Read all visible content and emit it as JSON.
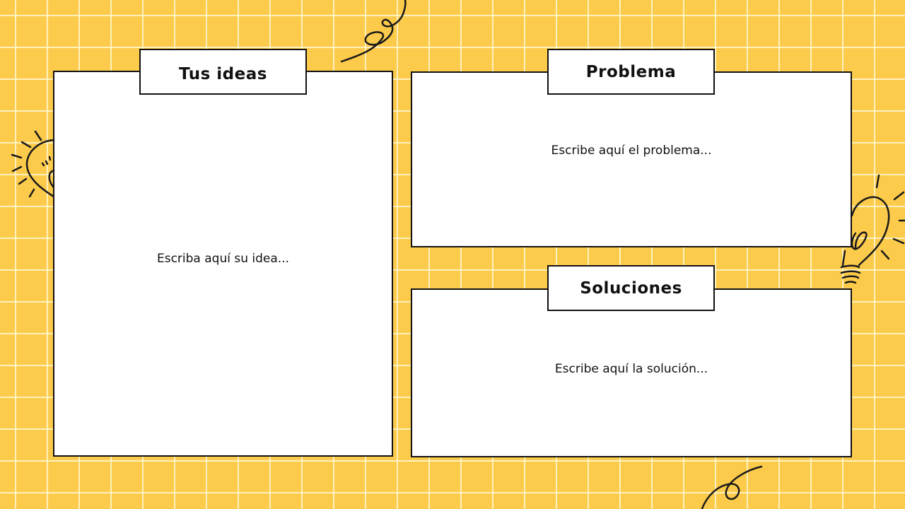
{
  "theme": {
    "background": "#fdcb4b",
    "grid_line": "#fff6d0",
    "card_background": "#ffffff",
    "border": "#111111"
  },
  "cards": {
    "ideas": {
      "title": "Tus ideas",
      "placeholder": "Escriba aquí su idea..."
    },
    "problem": {
      "title": "Problema",
      "placeholder": "Escribe aquí el problema..."
    },
    "solutions": {
      "title": "Soluciones",
      "placeholder": "Escribe aquí la solución..."
    }
  },
  "decorations": [
    "lightbulb-left",
    "lightbulb-right",
    "squiggle-top",
    "squiggle-bottom"
  ]
}
